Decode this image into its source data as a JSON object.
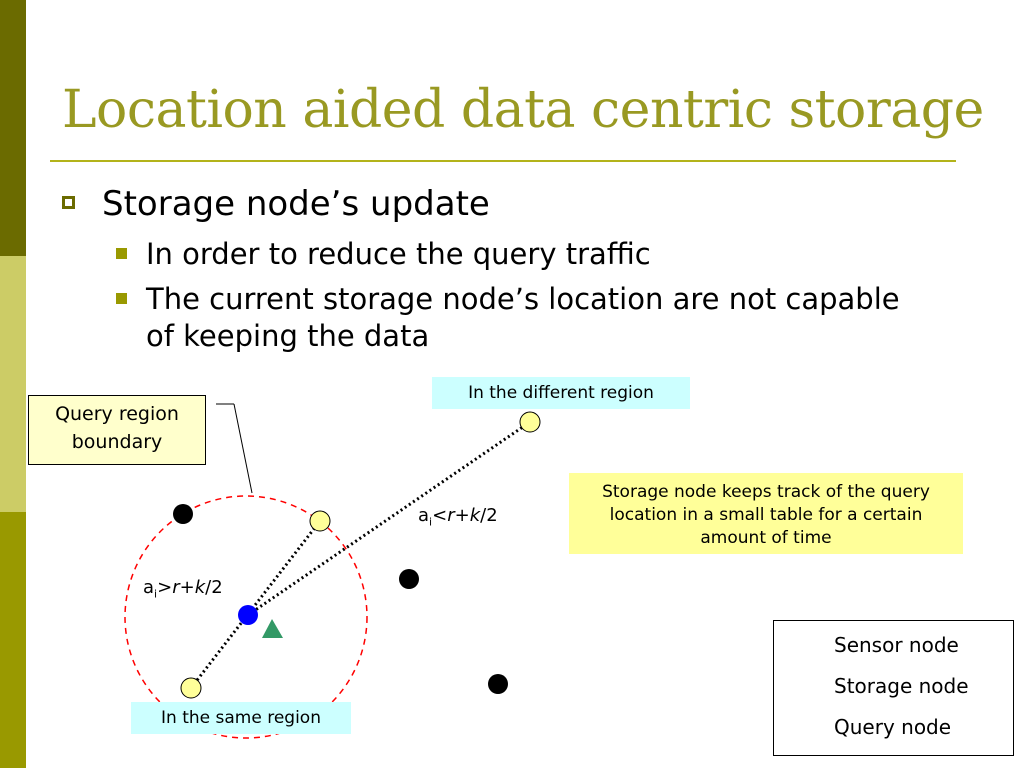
{
  "slide": {
    "title": "Location aided data centric storage"
  },
  "bullets": {
    "level1": "Storage node’s update",
    "level2": [
      "In order to reduce the query traffic",
      "The current storage node’s location are not capable of keeping the data"
    ]
  },
  "diagram": {
    "query_region_label": "Query region boundary",
    "different_region_label": "In the different region",
    "same_region_label": "In the same region",
    "storage_note": "Storage node keeps track of the query location in a small table for a certain amount of time",
    "eq_less": {
      "a": "a",
      "i": "i",
      "op": "<",
      "r": "r",
      "plus": "+",
      "k": "k",
      "div": "/2"
    },
    "eq_greater": {
      "a": "a",
      "i": "i",
      "op": ">",
      "r": "r",
      "plus": "+",
      "k": "k",
      "div": "/2"
    }
  },
  "legend": {
    "sensor_node": "Sensor node",
    "storage_node": "Storage node",
    "query_node": "Query node"
  },
  "colors": {
    "sensor_node": "#000000",
    "storage_node": "#0000ff",
    "query_node": "#ffff99",
    "target_triangle": "#339966",
    "region_circle": "#ff0000"
  }
}
